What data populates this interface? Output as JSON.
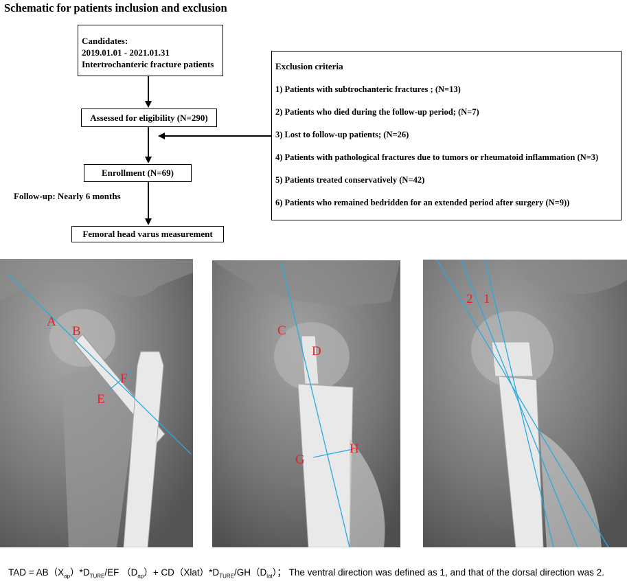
{
  "title": "Schematic for patients inclusion and exclusion",
  "flow": {
    "candidates_lines": [
      "Candidates:",
      "2019.01.01 - 2021.01.31",
      "Intertrochanteric fracture patients"
    ],
    "assessed": "Assessed for eligibility (N=290)",
    "enrollment": "Enrollment (N=69)",
    "followup": "Follow-up: Nearly 6 months",
    "femoral": "Femoral head varus measurement"
  },
  "exclusion": {
    "title": "Exclusion criteria",
    "items": [
      "1) Patients with subtrochanteric fractures ; (N=13)",
      "2) Patients who died during the follow-up period;  (N=7)",
      "3) Lost to follow-up patients;  (N=26)",
      "4) Patients with pathological fractures due to tumors or rheumatoid inflammation (N=3)",
      "5) Patients treated conservatively (N=42)",
      "6) Patients who remained bedridden for an extended period after surgery (N=9))"
    ]
  },
  "xray_labels": {
    "panel1": [
      "A",
      "B",
      "E",
      "F"
    ],
    "panel2": [
      "C",
      "D",
      "G",
      "H"
    ],
    "panel3": [
      "2",
      "1"
    ]
  },
  "colors": {
    "line": "#29a9e0",
    "label": "#e8202a",
    "xray_bg": "#7c7c7c",
    "implant": "#e9e9e9"
  },
  "formula": {
    "p1": "TAD = AB（X",
    "s1": "ap",
    "p2": "）*D",
    "s2": "TURE",
    "p3": "/EF （D",
    "s3": "ap",
    "p4": "）+ CD（Xlat）*D",
    "s4": "TURE",
    "p5": "/GH（D",
    "s5": "lat",
    "p6": "）； The ventral direction was defined as 1, and that of the dorsal direction was 2."
  }
}
